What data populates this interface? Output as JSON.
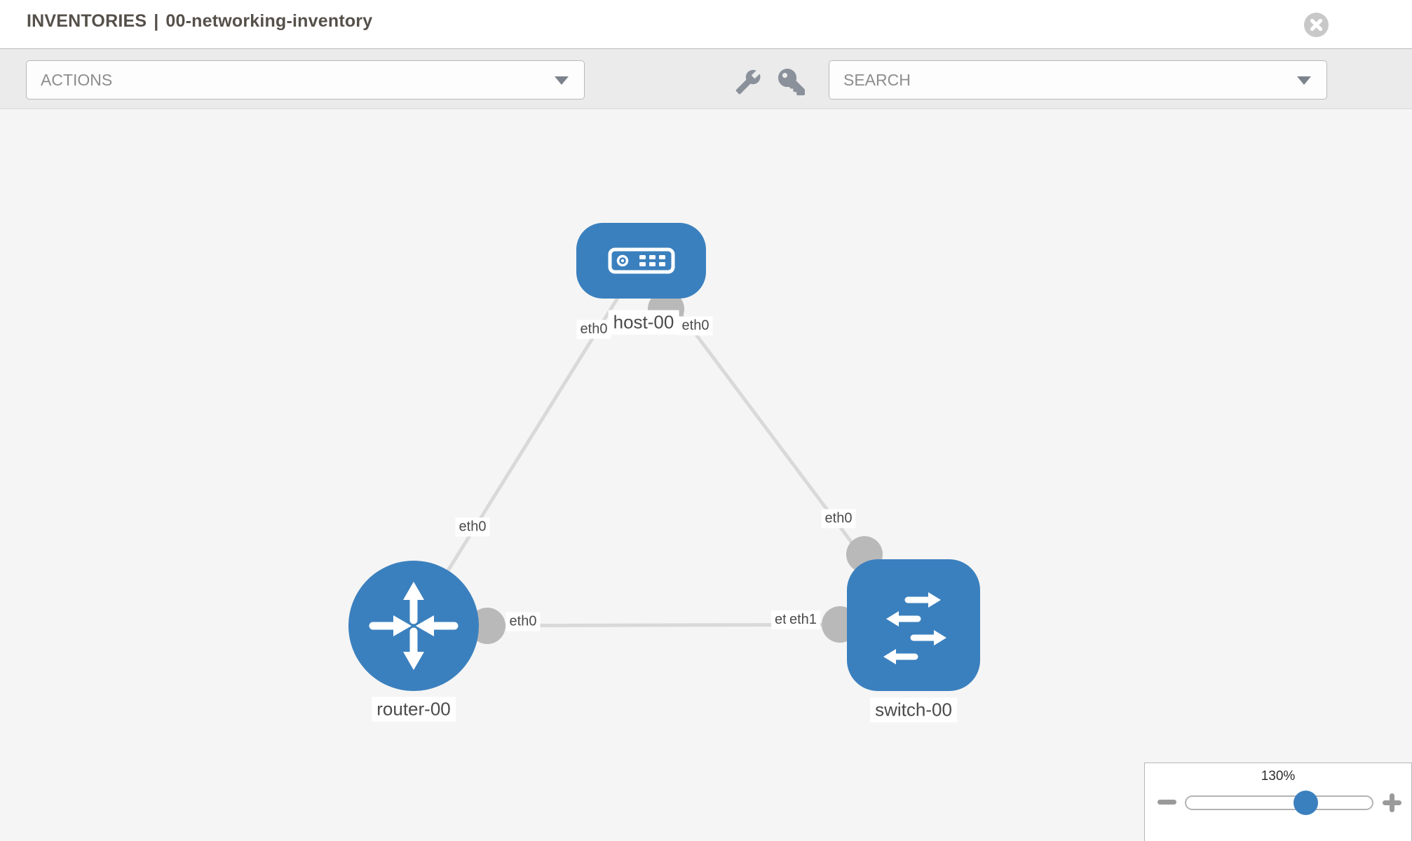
{
  "header": {
    "section": "INVENTORIES",
    "separator": "|",
    "inventory_name": "00-networking-inventory"
  },
  "toolbar": {
    "actions_label": "ACTIONS",
    "search_label": "SEARCH"
  },
  "topology": {
    "nodes": [
      {
        "id": "host-00",
        "label": "host-00",
        "type": "host"
      },
      {
        "id": "router-00",
        "label": "router-00",
        "type": "router"
      },
      {
        "id": "switch-00",
        "label": "switch-00",
        "type": "switch"
      }
    ],
    "links": [
      {
        "source": "host-00",
        "source_interface": "eth0",
        "target": "router-00",
        "target_interface": "eth0"
      },
      {
        "source": "host-00",
        "source_interface": "eth0",
        "target": "switch-00",
        "target_interface": "eth0"
      },
      {
        "source": "router-00",
        "source_interface": "eth0",
        "target": "switch-00",
        "target_interface": "eth1"
      }
    ]
  },
  "zoom_control": {
    "value": "130%"
  },
  "colors": {
    "node_blue": "#3b80be",
    "link_gray": "#d9d9d9",
    "interface_dot_gray": "#b9b9b9",
    "toolbar_bg": "#ebebeb",
    "canvas_bg": "#f5f5f5",
    "title_text": "#55504a",
    "muted_text": "#8d8d8d"
  },
  "icons": {
    "close-icon": "✕ in gray circle",
    "wrench-icon": "wrench",
    "key-icon": "key",
    "caret-down-icon": "▾",
    "host-icon": "server faceplate",
    "router-icon": "four crossing arrows",
    "switch-icon": "alternating exchange arrows",
    "zoom-out-icon": "−",
    "zoom-in-icon": "+"
  }
}
